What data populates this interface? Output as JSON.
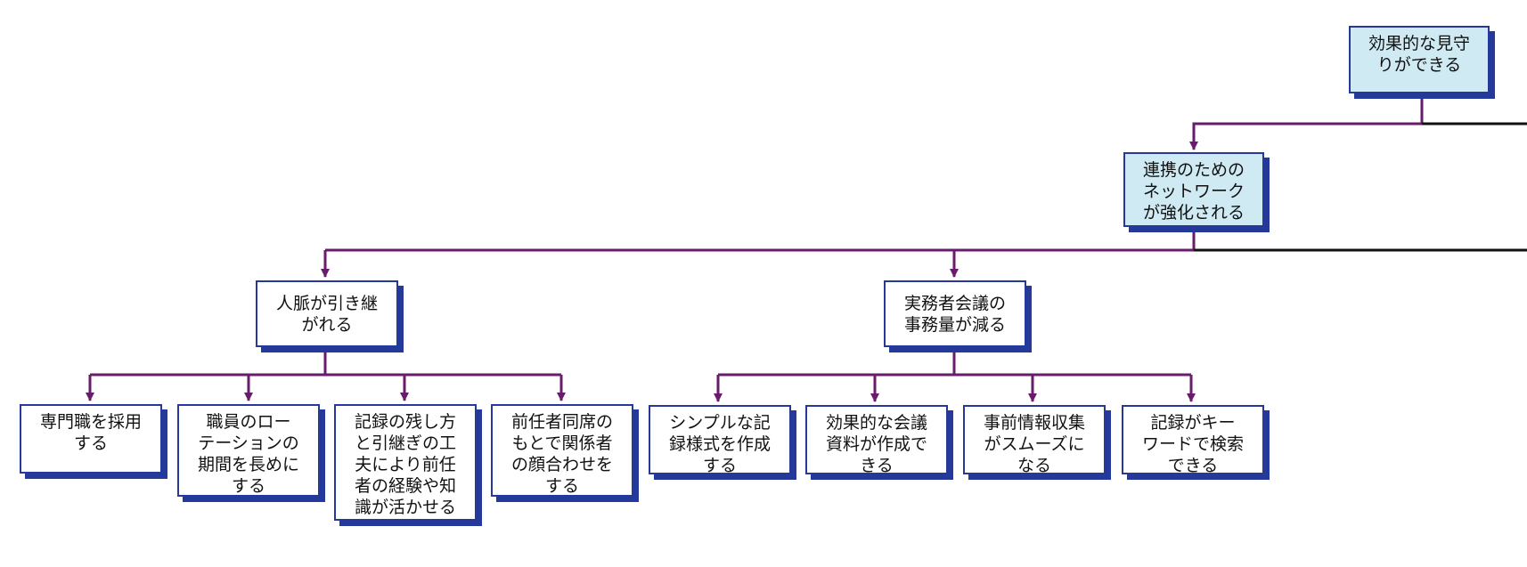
{
  "nodes": {
    "root": {
      "text": "効果的な見守\nりができる"
    },
    "network": {
      "text": "連携のための\nネットワーク\nが強化される"
    },
    "jinmyaku": {
      "text": "人脈が引き継\nがれる"
    },
    "jimusha": {
      "text": "実務者会議の\n事務量が減る"
    },
    "senmon": {
      "text": "専門職を採用\nする"
    },
    "rotation": {
      "text": "職員のロー\nテーションの\n期間を長めに\nする"
    },
    "kiroku": {
      "text": "記録の残し方\nと引継ぎの工\n夫により前任\n者の経験や知\n識が活かせる"
    },
    "zennin": {
      "text": "前任者同席の\nもとで関係者\nの顔合わせを\nする"
    },
    "simple": {
      "text": "シンプルな記\n録様式を作成\nする"
    },
    "shiryo": {
      "text": "効果的な会議\n資料が作成で\nきる"
    },
    "jizen": {
      "text": "事前情報収集\nがスムーズに\nなる"
    },
    "keyword": {
      "text": "記録がキー\nワードで検索\nできる"
    }
  },
  "colors": {
    "connector": "#6a1b6e",
    "border": "#25399a",
    "top_fill": "#cfeaf3"
  }
}
